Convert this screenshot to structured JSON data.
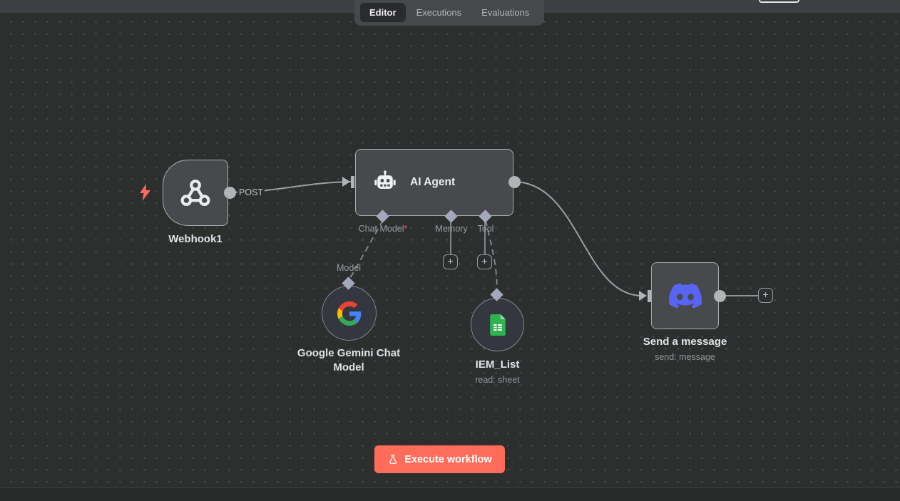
{
  "header": {
    "tabs": [
      {
        "label": "Editor",
        "active": true
      },
      {
        "label": "Executions",
        "active": false
      },
      {
        "label": "Evaluations",
        "active": false
      }
    ]
  },
  "nodes": {
    "webhook": {
      "title": "Webhook1",
      "output_label": "POST"
    },
    "ai_agent": {
      "title": "AI Agent"
    },
    "gemini": {
      "title": "Google Gemini Chat Model",
      "input_label": "Model"
    },
    "sheet": {
      "title": "IEM_List",
      "subtitle": "read: sheet"
    },
    "discord": {
      "title": "Send a message",
      "subtitle": "send: message"
    }
  },
  "agent_ports": {
    "chat_model": "Chat Model",
    "required_marker": "*",
    "memory": "Memory",
    "tool": "Tool"
  },
  "glyphs": {
    "plus": "+"
  },
  "footer": {
    "execute_button": "Execute workflow"
  },
  "colors": {
    "accent": "#ff6d5a",
    "discord_blurple": "#5865F2",
    "sheets_green": "#2eb350",
    "canvas": "#2d2e2e",
    "node_bg": "#47494c"
  }
}
